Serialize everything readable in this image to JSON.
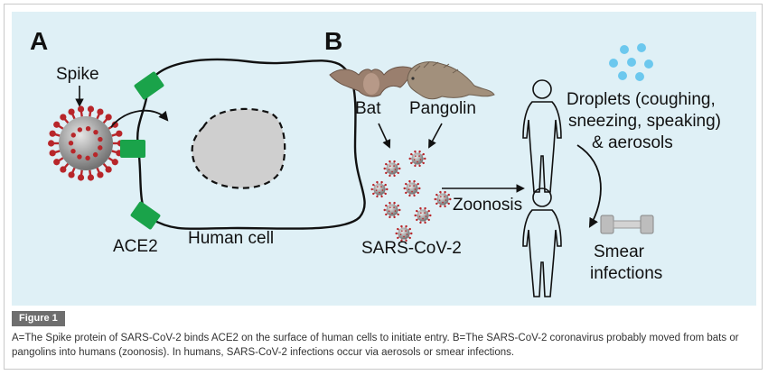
{
  "panel_a": {
    "letter": "A",
    "spike_label": "Spike",
    "ace2_label": "ACE2",
    "cell_label": "Human cell"
  },
  "panel_b": {
    "letter": "B",
    "bat_label": "Bat",
    "pangolin_label": "Pangolin",
    "virus_label": "SARS-CoV-2",
    "zoonosis_label": "Zoonosis",
    "droplets_line1": "Droplets (coughing,",
    "droplets_line2": "sneezing, speaking)",
    "droplets_line3": "& aerosols",
    "smear_line1": "Smear",
    "smear_line2": "infections"
  },
  "figure_label": "Figure 1",
  "caption": "A=The Spike protein of SARS-CoV-2 binds ACE2 on the surface of human cells to initiate entry. B=The SARS-CoV-2 coronavirus probably moved from bats or pangolins into humans (zoonosis). In humans, SARS-CoV-2 infections occur via aerosols or smear infections.",
  "colors": {
    "panel_bg": "#dff0f6",
    "receptor_green": "#1aa34a",
    "virus_red": "#b8262a",
    "virus_grey": "#9a9a9a",
    "nucleus_grey": "#cfcfcf",
    "droplet_blue": "#6cc8ee"
  }
}
